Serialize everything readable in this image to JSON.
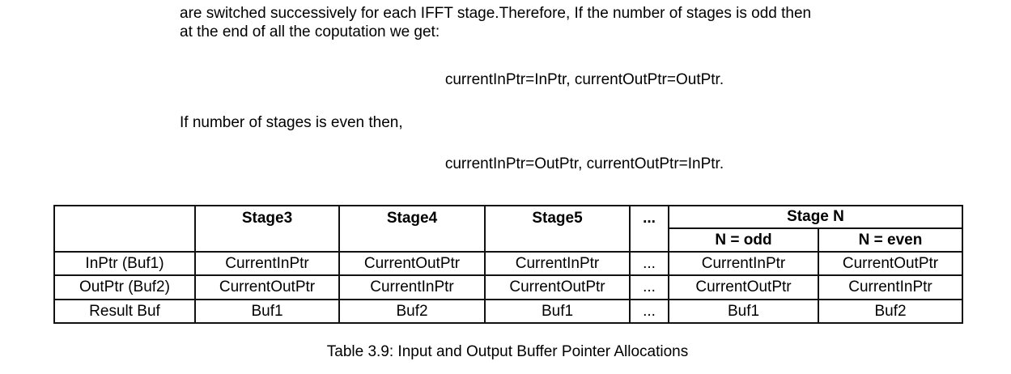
{
  "page": {
    "paragraph1_line1": "are switched successively for each IFFT stage.Therefore, If the number of stages is odd then",
    "paragraph1_line2": "at the end of all the coputation we get:",
    "equation_odd": "currentInPtr=InPtr, currentOutPtr=OutPtr.",
    "paragraph2": "If number of stages is even then,",
    "equation_even": "currentInPtr=OutPtr, currentOutPtr=InPtr.",
    "caption": "Table 3.9: Input and Output Buffer Pointer Allocations"
  },
  "table": {
    "header": {
      "row_label_blank": "",
      "stage3": "Stage3",
      "stage4": "Stage4",
      "stage5": "Stage5",
      "dots": "...",
      "stageN": "Stage N",
      "n_odd": "N = odd",
      "n_even": "N = even"
    },
    "rows": [
      {
        "label": "InPtr (Buf1)",
        "stage3": "CurrentInPtr",
        "stage4": "CurrentOutPtr",
        "stage5": "CurrentInPtr",
        "dots": "...",
        "n_odd": "CurrentInPtr",
        "n_even": "CurrentOutPtr"
      },
      {
        "label": "OutPtr (Buf2)",
        "stage3": "CurrentOutPtr",
        "stage4": "CurrentInPtr",
        "stage5": "CurrentOutPtr",
        "dots": "...",
        "n_odd": "CurrentOutPtr",
        "n_even": "CurrentInPtr"
      },
      {
        "label": "Result Buf",
        "stage3": "Buf1",
        "stage4": "Buf2",
        "stage5": "Buf1",
        "dots": "...",
        "n_odd": "Buf1",
        "n_even": "Buf2"
      }
    ]
  }
}
